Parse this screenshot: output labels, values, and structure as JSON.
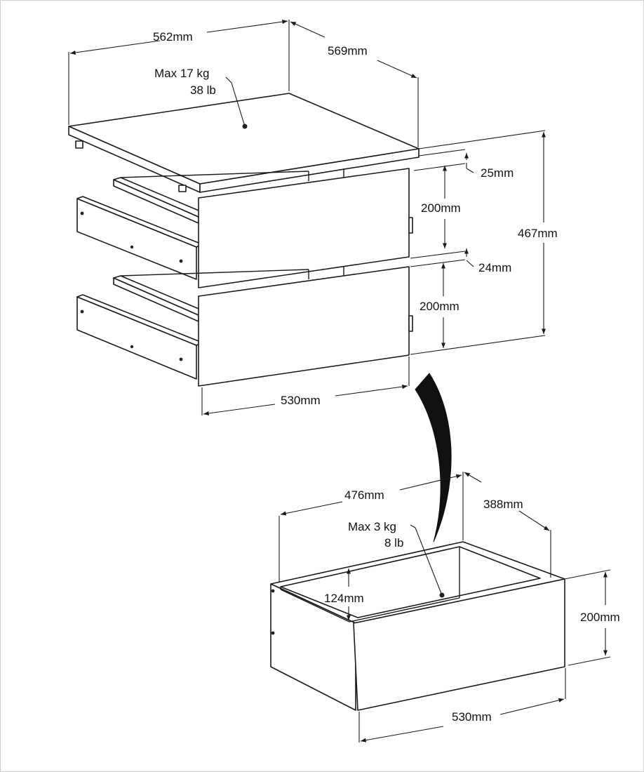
{
  "chest": {
    "width": "562mm",
    "depth": "569mm",
    "load_kg": "Max 17 kg",
    "load_lb": "38 lb",
    "top_thickness": "25mm",
    "drawer_height_upper": "200mm",
    "gap": "24mm",
    "drawer_height_lower": "200mm",
    "total_height": "467mm",
    "front_width": "530mm"
  },
  "drawer": {
    "inner_width": "476mm",
    "inner_depth": "388mm",
    "load_kg": "Max 3 kg",
    "load_lb": "8 lb",
    "inner_height": "124mm",
    "height": "200mm",
    "front_width": "530mm"
  }
}
